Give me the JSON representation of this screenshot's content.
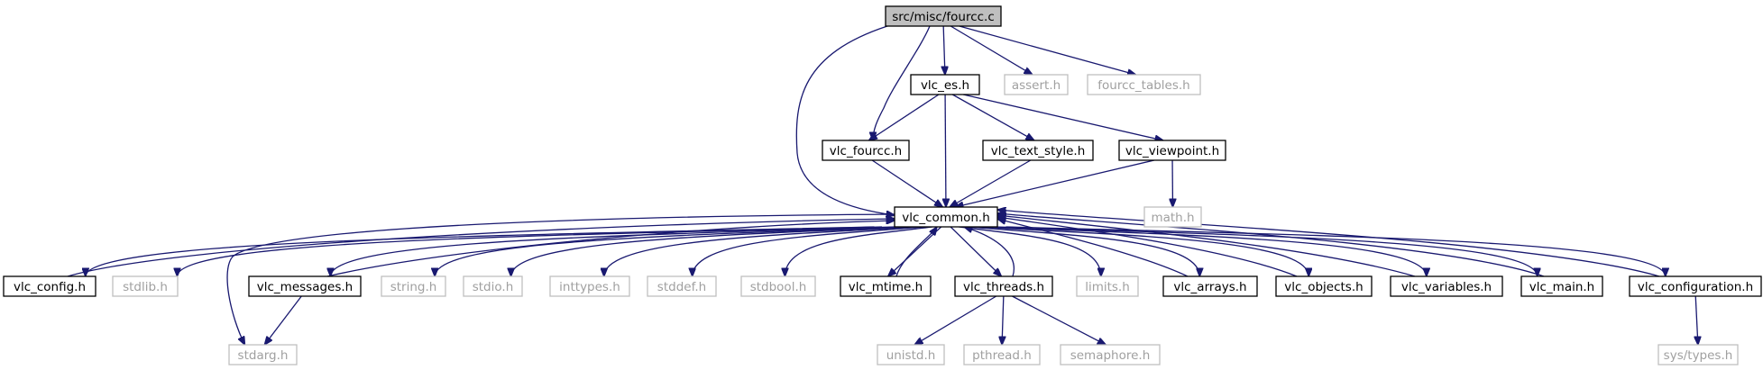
{
  "diagram": {
    "nodes": {
      "fourcc_c": "src/misc/fourcc.c",
      "vlc_es": "vlc_es.h",
      "assert": "assert.h",
      "fourcc_tables": "fourcc_tables.h",
      "vlc_fourcc": "vlc_fourcc.h",
      "vlc_text_style": "vlc_text_style.h",
      "vlc_viewpoint": "vlc_viewpoint.h",
      "vlc_common": "vlc_common.h",
      "math": "math.h",
      "vlc_config": "vlc_config.h",
      "stdlib": "stdlib.h",
      "vlc_messages": "vlc_messages.h",
      "string": "string.h",
      "stdio": "stdio.h",
      "inttypes": "inttypes.h",
      "stddef": "stddef.h",
      "stdbool": "stdbool.h",
      "vlc_mtime": "vlc_mtime.h",
      "vlc_threads": "vlc_threads.h",
      "limits": "limits.h",
      "vlc_arrays": "vlc_arrays.h",
      "vlc_objects": "vlc_objects.h",
      "vlc_variables": "vlc_variables.h",
      "vlc_main": "vlc_main.h",
      "vlc_configuration": "vlc_configuration.h",
      "stdarg": "stdarg.h",
      "unistd": "unistd.h",
      "pthread": "pthread.h",
      "semaphore": "semaphore.h",
      "sys_types": "sys/types.h"
    },
    "edges": [
      [
        "fourcc_c",
        "vlc_es"
      ],
      [
        "fourcc_c",
        "assert"
      ],
      [
        "fourcc_c",
        "fourcc_tables"
      ],
      [
        "fourcc_c",
        "vlc_fourcc"
      ],
      [
        "fourcc_c",
        "vlc_common"
      ],
      [
        "vlc_es",
        "vlc_fourcc"
      ],
      [
        "vlc_es",
        "vlc_common"
      ],
      [
        "vlc_es",
        "vlc_text_style"
      ],
      [
        "vlc_es",
        "vlc_viewpoint"
      ],
      [
        "vlc_fourcc",
        "vlc_common"
      ],
      [
        "vlc_text_style",
        "vlc_common"
      ],
      [
        "vlc_viewpoint",
        "vlc_common"
      ],
      [
        "vlc_viewpoint",
        "math"
      ],
      [
        "vlc_common",
        "vlc_config"
      ],
      [
        "vlc_common",
        "stdlib"
      ],
      [
        "vlc_common",
        "vlc_messages"
      ],
      [
        "vlc_common",
        "string"
      ],
      [
        "vlc_common",
        "stdio"
      ],
      [
        "vlc_common",
        "inttypes"
      ],
      [
        "vlc_common",
        "stddef"
      ],
      [
        "vlc_common",
        "stdbool"
      ],
      [
        "vlc_common",
        "vlc_mtime"
      ],
      [
        "vlc_common",
        "vlc_threads"
      ],
      [
        "vlc_common",
        "limits"
      ],
      [
        "vlc_common",
        "vlc_arrays"
      ],
      [
        "vlc_common",
        "vlc_objects"
      ],
      [
        "vlc_common",
        "vlc_variables"
      ],
      [
        "vlc_common",
        "vlc_main"
      ],
      [
        "vlc_common",
        "vlc_configuration"
      ],
      [
        "vlc_common",
        "stdarg"
      ],
      [
        "vlc_config",
        "vlc_common"
      ],
      [
        "vlc_messages",
        "vlc_common"
      ],
      [
        "vlc_messages",
        "stdarg"
      ],
      [
        "vlc_mtime",
        "vlc_common"
      ],
      [
        "vlc_threads",
        "vlc_common"
      ],
      [
        "vlc_threads",
        "unistd"
      ],
      [
        "vlc_threads",
        "pthread"
      ],
      [
        "vlc_threads",
        "semaphore"
      ],
      [
        "vlc_arrays",
        "vlc_common"
      ],
      [
        "vlc_objects",
        "vlc_common"
      ],
      [
        "vlc_variables",
        "vlc_common"
      ],
      [
        "vlc_main",
        "vlc_common"
      ],
      [
        "vlc_configuration",
        "vlc_common"
      ],
      [
        "vlc_configuration",
        "sys_types"
      ]
    ]
  },
  "colors": {
    "edge": "#191970",
    "node_border": "#000000",
    "external_border": "#bfbfbf",
    "external_text": "#a0a0a0",
    "root_fill": "#bfbfbf",
    "fill": "#ffffff",
    "text": "#000000"
  }
}
